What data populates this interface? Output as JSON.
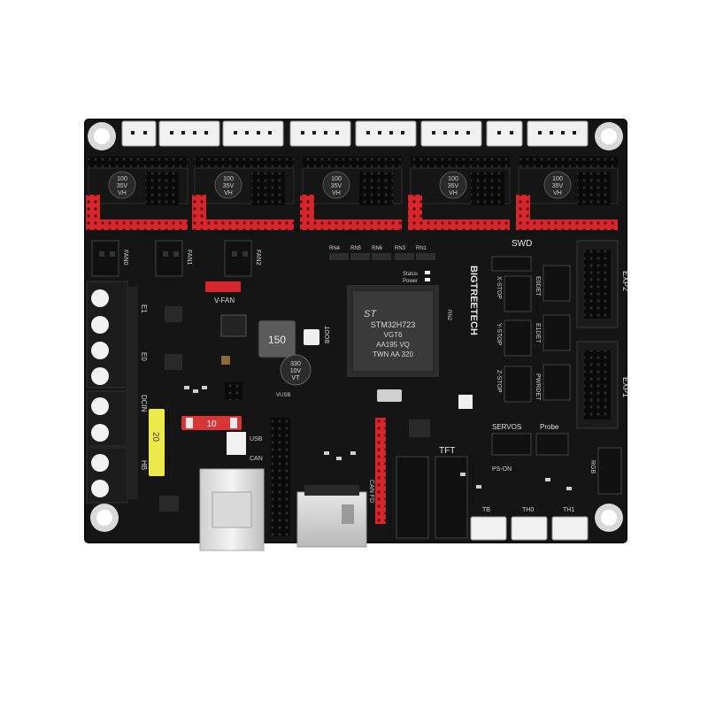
{
  "colors": {
    "background": "#ffffff",
    "pcb": "#151515",
    "pcb_edge": "#0b0b0b",
    "silkscreen": "#d8d8d8",
    "header_red": "#d8262d",
    "connector_white": "#f1f1f1",
    "terminal_black": "#1c1c1c",
    "fuse_yellow": "#ece94a",
    "fuse_red": "#d83636"
  },
  "board": {
    "mcu_line1": "STM32H723",
    "mcu_line2": "VGT6",
    "mcu_line3": "AA195 VQ",
    "mcu_line4": "TWN AA 320",
    "brand": "BIGTREETECH",
    "inductor": "150",
    "fuse_small": "10",
    "fuse_main": "20",
    "cap_large": "330\n10V\nVT",
    "driver_cap": "100\n35V\nVH",
    "labels": {
      "swd": "SWD",
      "exp1": "EXP1",
      "exp2": "EXP2",
      "tft": "TFT",
      "servos": "SERVOS",
      "probe": "Probe",
      "rgb": "RGB",
      "ps_on": "PS-ON",
      "pwrdet": "PWRDET",
      "z_stop": "Z-STOP",
      "y_stop": "Y-STOP",
      "x_stop": "X-STOP",
      "e1det": "E1DET",
      "e0det": "E0DET",
      "tb": "TB",
      "th0": "TH0",
      "th1": "TH1",
      "boot": "BOOT",
      "v_fan": "V-FAN",
      "usb": "USB",
      "can": "CAN",
      "can_fd": "CAN FD",
      "vusb": "VUSB",
      "status": "Status",
      "power": "Power",
      "fan0": "FAN0",
      "fan1": "FAN1",
      "fan2": "FAN2",
      "e1": "E1",
      "e0": "E0",
      "dcin": "DCIN",
      "hb": "HB",
      "rn1": "RN1",
      "rn2": "RN2",
      "rn3": "RN3",
      "rn4": "RN4",
      "rn5": "RN5",
      "rn6": "RN6"
    }
  }
}
